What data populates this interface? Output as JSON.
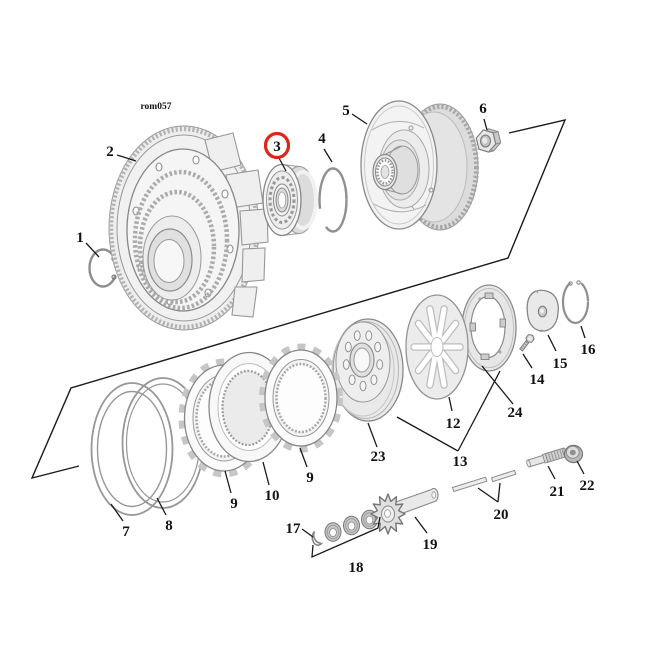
{
  "diagram": {
    "code": "rom057",
    "highlight_color": "#e02418",
    "line_color": "#1a1a1a",
    "callouts": {
      "c1": "1",
      "c2": "2",
      "c3": "3",
      "c4": "4",
      "c5": "5",
      "c6": "6",
      "c7": "7",
      "c8": "8",
      "c9a": "9",
      "c10": "10",
      "c9b": "9",
      "c12": "12",
      "c13": "13",
      "c14": "14",
      "c15": "15",
      "c16": "16",
      "c17": "17",
      "c18": "18",
      "c19": "19",
      "c20": "20",
      "c21": "21",
      "c22": "22",
      "c23": "23",
      "c24": "24"
    }
  }
}
